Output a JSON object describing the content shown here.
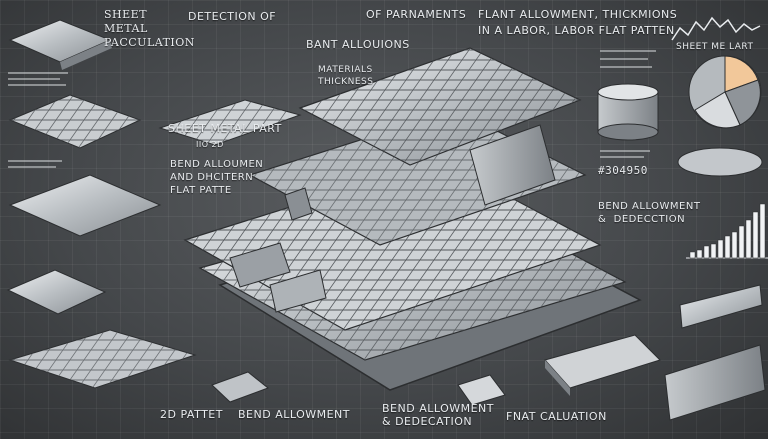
{
  "labels": {
    "sheet_metal_calc": "SHEET\nMETAL\nPACCULATION",
    "detection": "DETECTION OF",
    "of_parnaments": "OF PARNAMENTS",
    "bant_allouions": "BANT ALLOUIONS",
    "flant_allowment": "FLANT ALLOWMENT,   THICKMIONS",
    "labor_flat": "IN A LABOR, LABOR FLAT PATTEN",
    "materials_thickness": "MATERIALS\nTHICKNESS",
    "sheet_metal_part": "SHEET METAL PART",
    "two_d": "IIO 2D",
    "bend_allowment_title": "BEND ALLOUMEN\nAND DHCITERN\nFLAT PATTE",
    "sheet_me_lart": "SHEET ME LART",
    "number_readout": "#304950",
    "bend_allowment_dedeccion": "BEND ALLOWMENT\n&  DEDECCTION",
    "pattern_2d": "2D PATTET",
    "bend_allowment_bottom": "BEND ALLOWMENT",
    "bend_allowment_dedecation": "BEND ALLOWMENT\n& DEDECATION",
    "fnat_calculation": "FNAT CALUATION"
  },
  "colors": {
    "metal_light": "#dcdfe2",
    "metal_mid": "#a9aeb3",
    "metal_dark": "#6d7277",
    "pie_accent": "#f2c89a"
  },
  "chart_data": {
    "type": "bar",
    "values": [
      3,
      4,
      6,
      7,
      9,
      11,
      13,
      16,
      19,
      23,
      27
    ],
    "ylim": [
      0,
      30
    ]
  }
}
